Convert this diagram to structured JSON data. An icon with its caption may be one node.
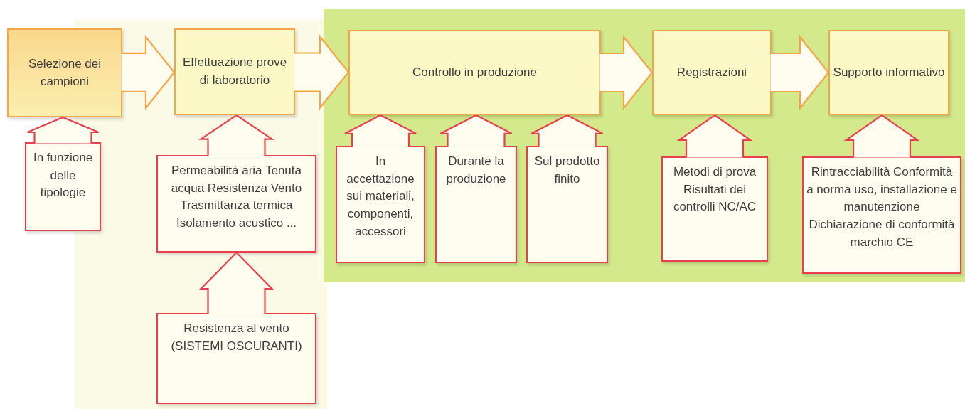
{
  "diagram": {
    "nodes": [
      {
        "text": [
          "Selezione dei campioni"
        ]
      },
      {
        "text": [
          "Effettuazione prove di laboratorio"
        ]
      },
      {
        "text": [
          "Controllo in produzione"
        ]
      },
      {
        "text": [
          "Registrazioni"
        ]
      },
      {
        "text": [
          "Supporto informativo"
        ]
      },
      {
        "text": [
          "In funzione delle tipologie"
        ]
      },
      {
        "text": [
          "Permeabilità aria Tenuta acqua Resistenza Vento Trasmittanza termica Isolamento acustico ..."
        ]
      },
      {
        "text": [
          "In accettazione sui materiali, componenti, accessori"
        ]
      },
      {
        "text": [
          "Durante la produzione"
        ]
      },
      {
        "text": [
          "Sul prodotto finito"
        ]
      },
      {
        "text": [
          "Metodi di prova Risultati dei controlli NC/AC"
        ]
      },
      {
        "text": [
          "Rintracciabilità Conformità a norma uso, installazione e manutenzione Dichiarazione di conformità marchio CE"
        ]
      },
      {
        "text": [
          "Resistenza al vento (SISTEMI OSCURANTI)"
        ]
      }
    ],
    "edges": [
      {
        "from": 0,
        "to": 1,
        "arrow": "to",
        "color": "#f5a447"
      },
      {
        "from": 1,
        "to": 2,
        "arrow": "to",
        "color": "#f5a447"
      },
      {
        "from": 2,
        "to": 3,
        "arrow": "to",
        "color": "#f5a447"
      },
      {
        "from": 3,
        "to": 4,
        "arrow": "to",
        "color": "#f5a447"
      },
      {
        "from": 5,
        "to": 0,
        "arrow": "to"
      },
      {
        "from": 6,
        "to": 1,
        "arrow": "to"
      },
      {
        "from": 7,
        "to": 2,
        "arrow": "to"
      },
      {
        "from": 8,
        "to": 2,
        "arrow": "to"
      },
      {
        "from": 9,
        "to": 2,
        "arrow": "to"
      },
      {
        "from": 10,
        "to": 3,
        "arrow": "to"
      },
      {
        "from": 11,
        "to": 4,
        "arrow": "to"
      },
      {
        "from": 12,
        "to": 6,
        "arrow": "to"
      }
    ]
  }
}
